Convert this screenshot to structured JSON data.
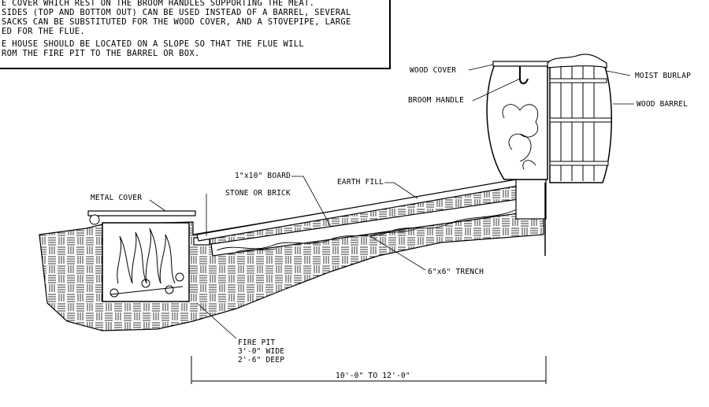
{
  "notes": {
    "lines": [
      "E COVER WHICH REST ON THE BROOM HANDLES SUPPORTING THE MEAT.",
      "SIDES (TOP AND BOTTOM OUT) CAN BE USED INSTEAD OF A BARREL, SEVERAL",
      "SACKS CAN BE SUBSTITUTED FOR THE WOOD COVER, AND A STOVEPIPE, LARGE",
      "ED FOR THE FLUE.",
      "E HOUSE SHOULD BE LOCATED ON A SLOPE SO THAT THE FLUE WILL",
      "ROM THE FIRE PIT TO THE BARREL OR BOX."
    ]
  },
  "labels": {
    "wood_cover": "WOOD COVER",
    "broom_handle": "BROOM HANDLE",
    "moist_burlap": "MOIST BURLAP",
    "wood_barrel": "WOOD BARREL",
    "board": "1\"x10\" BOARD",
    "earth_fill": "EARTH FILL",
    "stone_or_brick": "STONE OR BRICK",
    "metal_cover": "METAL COVER",
    "trench": "6\"x6\" TRENCH",
    "fire_pit": "FIRE PIT",
    "fire_pit_width": "3'-0\" WIDE",
    "fire_pit_depth": "2'-6\" DEEP",
    "length_dimension": "10'-0\" TO 12'-0\""
  }
}
